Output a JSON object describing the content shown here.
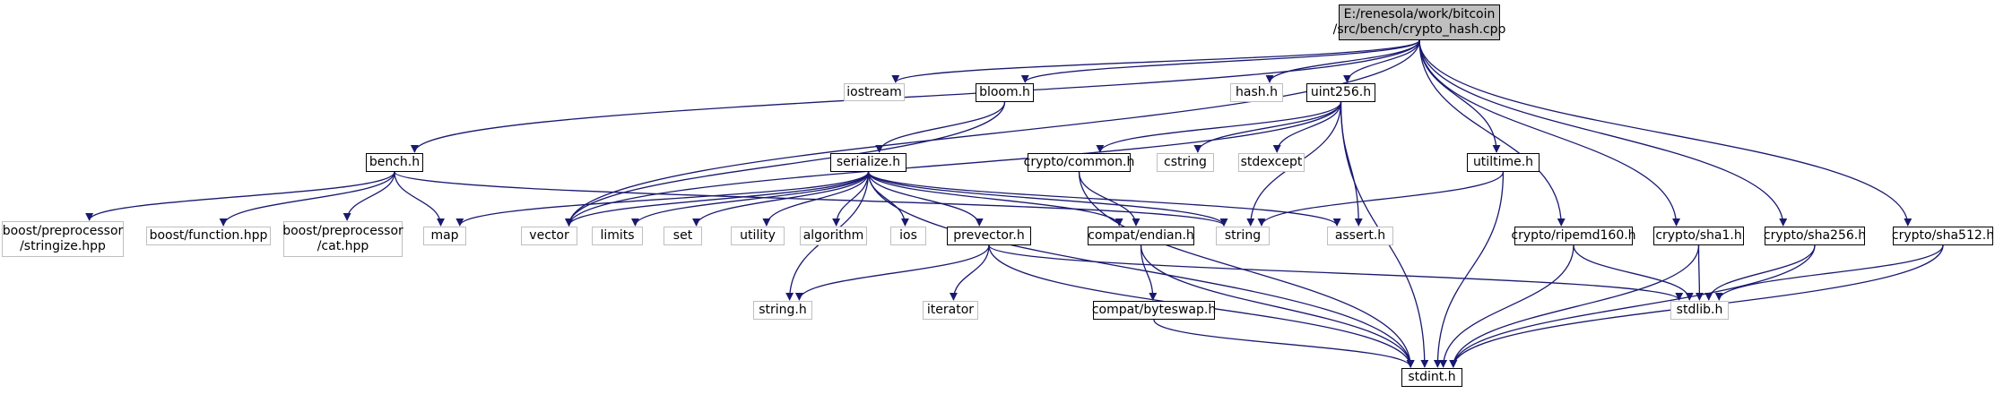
{
  "diagram": {
    "root": {
      "id": "root",
      "lines": [
        "E:/renesola/work/bitcoin",
        "/src/bench/crypto_hash.cpp"
      ],
      "kind": "root"
    },
    "nodes": [
      {
        "id": "iostream",
        "lines": [
          "iostream"
        ],
        "kind": "external"
      },
      {
        "id": "bloom",
        "lines": [
          "bloom.h"
        ],
        "kind": "internal"
      },
      {
        "id": "hash",
        "lines": [
          "hash.h"
        ],
        "kind": "external"
      },
      {
        "id": "uint256",
        "lines": [
          "uint256.h"
        ],
        "kind": "internal"
      },
      {
        "id": "bench",
        "lines": [
          "bench.h"
        ],
        "kind": "internal"
      },
      {
        "id": "serialize",
        "lines": [
          "serialize.h"
        ],
        "kind": "internal"
      },
      {
        "id": "crypto_common",
        "lines": [
          "crypto/common.h"
        ],
        "kind": "internal"
      },
      {
        "id": "cstring",
        "lines": [
          "cstring"
        ],
        "kind": "external"
      },
      {
        "id": "stdexcept",
        "lines": [
          "stdexcept"
        ],
        "kind": "external"
      },
      {
        "id": "utiltime",
        "lines": [
          "utiltime.h"
        ],
        "kind": "internal"
      },
      {
        "id": "stringize",
        "lines": [
          "boost/preprocessor",
          "/stringize.hpp"
        ],
        "kind": "external"
      },
      {
        "id": "function",
        "lines": [
          "boost/function.hpp"
        ],
        "kind": "external"
      },
      {
        "id": "cat",
        "lines": [
          "boost/preprocessor",
          "/cat.hpp"
        ],
        "kind": "external"
      },
      {
        "id": "map",
        "lines": [
          "map"
        ],
        "kind": "external"
      },
      {
        "id": "vector",
        "lines": [
          "vector"
        ],
        "kind": "external"
      },
      {
        "id": "limits",
        "lines": [
          "limits"
        ],
        "kind": "external"
      },
      {
        "id": "set",
        "lines": [
          "set"
        ],
        "kind": "external"
      },
      {
        "id": "utility",
        "lines": [
          "utility"
        ],
        "kind": "external"
      },
      {
        "id": "algorithm",
        "lines": [
          "algorithm"
        ],
        "kind": "external"
      },
      {
        "id": "ios",
        "lines": [
          "ios"
        ],
        "kind": "external"
      },
      {
        "id": "prevector",
        "lines": [
          "prevector.h"
        ],
        "kind": "internal"
      },
      {
        "id": "compat_endian",
        "lines": [
          "compat/endian.h"
        ],
        "kind": "internal"
      },
      {
        "id": "string",
        "lines": [
          "string"
        ],
        "kind": "external"
      },
      {
        "id": "assert",
        "lines": [
          "assert.h"
        ],
        "kind": "external"
      },
      {
        "id": "ripemd160",
        "lines": [
          "crypto/ripemd160.h"
        ],
        "kind": "internal"
      },
      {
        "id": "sha1",
        "lines": [
          "crypto/sha1.h"
        ],
        "kind": "internal"
      },
      {
        "id": "sha256",
        "lines": [
          "crypto/sha256.h"
        ],
        "kind": "internal"
      },
      {
        "id": "sha512",
        "lines": [
          "crypto/sha512.h"
        ],
        "kind": "internal"
      },
      {
        "id": "string_h",
        "lines": [
          "string.h"
        ],
        "kind": "external"
      },
      {
        "id": "iterator",
        "lines": [
          "iterator"
        ],
        "kind": "external"
      },
      {
        "id": "byteswap",
        "lines": [
          "compat/byteswap.h"
        ],
        "kind": "internal"
      },
      {
        "id": "stdlib",
        "lines": [
          "stdlib.h"
        ],
        "kind": "external"
      },
      {
        "id": "stdint",
        "lines": [
          "stdint.h"
        ],
        "kind": "internal"
      }
    ],
    "edges": [
      [
        "root",
        "iostream"
      ],
      [
        "root",
        "bloom"
      ],
      [
        "root",
        "hash"
      ],
      [
        "root",
        "uint256"
      ],
      [
        "root",
        "bench"
      ],
      [
        "root",
        "vector"
      ],
      [
        "root",
        "utiltime"
      ],
      [
        "root",
        "ripemd160"
      ],
      [
        "root",
        "sha1"
      ],
      [
        "root",
        "sha256"
      ],
      [
        "root",
        "sha512"
      ],
      [
        "bloom",
        "serialize"
      ],
      [
        "bloom",
        "vector"
      ],
      [
        "uint256",
        "crypto_common"
      ],
      [
        "uint256",
        "cstring"
      ],
      [
        "uint256",
        "stdexcept"
      ],
      [
        "uint256",
        "string"
      ],
      [
        "uint256",
        "vector"
      ],
      [
        "uint256",
        "assert"
      ],
      [
        "uint256",
        "stdint"
      ],
      [
        "bench",
        "stringize"
      ],
      [
        "bench",
        "function"
      ],
      [
        "bench",
        "cat"
      ],
      [
        "bench",
        "map"
      ],
      [
        "bench",
        "string"
      ],
      [
        "serialize",
        "map"
      ],
      [
        "serialize",
        "vector"
      ],
      [
        "serialize",
        "limits"
      ],
      [
        "serialize",
        "set"
      ],
      [
        "serialize",
        "utility"
      ],
      [
        "serialize",
        "algorithm"
      ],
      [
        "serialize",
        "ios"
      ],
      [
        "serialize",
        "prevector"
      ],
      [
        "serialize",
        "compat_endian"
      ],
      [
        "serialize",
        "string"
      ],
      [
        "serialize",
        "assert"
      ],
      [
        "serialize",
        "string_h"
      ],
      [
        "serialize",
        "stdint"
      ],
      [
        "crypto_common",
        "compat_endian"
      ],
      [
        "crypto_common",
        "stdint"
      ],
      [
        "utiltime",
        "string"
      ],
      [
        "utiltime",
        "stdint"
      ],
      [
        "prevector",
        "string_h"
      ],
      [
        "prevector",
        "iterator"
      ],
      [
        "prevector",
        "stdlib"
      ],
      [
        "prevector",
        "stdint"
      ],
      [
        "compat_endian",
        "byteswap"
      ],
      [
        "compat_endian",
        "stdint"
      ],
      [
        "byteswap",
        "stdint"
      ],
      [
        "ripemd160",
        "stdlib"
      ],
      [
        "ripemd160",
        "stdint"
      ],
      [
        "sha1",
        "stdlib"
      ],
      [
        "sha1",
        "stdint"
      ],
      [
        "sha256",
        "stdlib"
      ],
      [
        "sha256",
        "stdint"
      ],
      [
        "sha512",
        "stdlib"
      ],
      [
        "sha512",
        "stdint"
      ]
    ],
    "colors": {
      "edge": "#191970",
      "internal_border": "#000000",
      "external_border": "#bfbfbf",
      "root_fill": "#bfbfbf"
    }
  }
}
